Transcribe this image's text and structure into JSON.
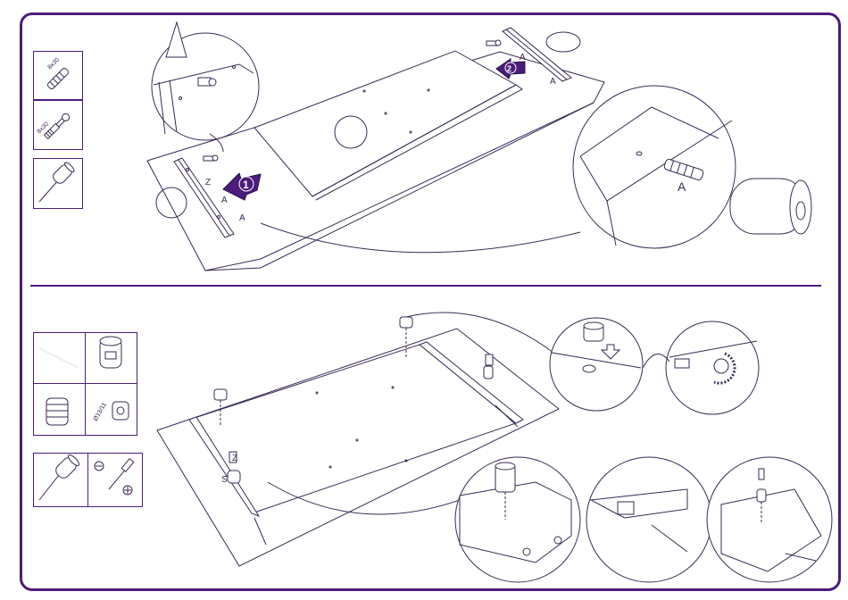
{
  "colors": {
    "frame": "#4b1d7a",
    "line": "#3a2a55",
    "arrow": "#4b1d7a"
  },
  "top_panel": {
    "parts": [
      {
        "icon": "dowel-icon",
        "label": "8x30"
      },
      {
        "icon": "cam-bolt-icon",
        "label": "8x30"
      },
      {
        "icon": "mallet-icon",
        "label": ""
      }
    ],
    "step_labels": [
      "1",
      "2"
    ],
    "part_letters": {
      "z": "Z",
      "a": "A"
    },
    "detail_letter": "A"
  },
  "bottom_panel": {
    "parts": [
      {
        "icon": "rod-icon",
        "label": ""
      },
      {
        "icon": "cam-lock-icon",
        "label": ""
      },
      {
        "icon": "insert-nut-icon",
        "label": ""
      },
      {
        "icon": "cam-housing-icon",
        "label": "Ø13/11"
      },
      {
        "icon": "mallet-icon",
        "label": ""
      },
      {
        "icon": "screwdriver-icon",
        "label": ""
      }
    ],
    "part_letters": {
      "z": "Z",
      "s": "S"
    }
  }
}
